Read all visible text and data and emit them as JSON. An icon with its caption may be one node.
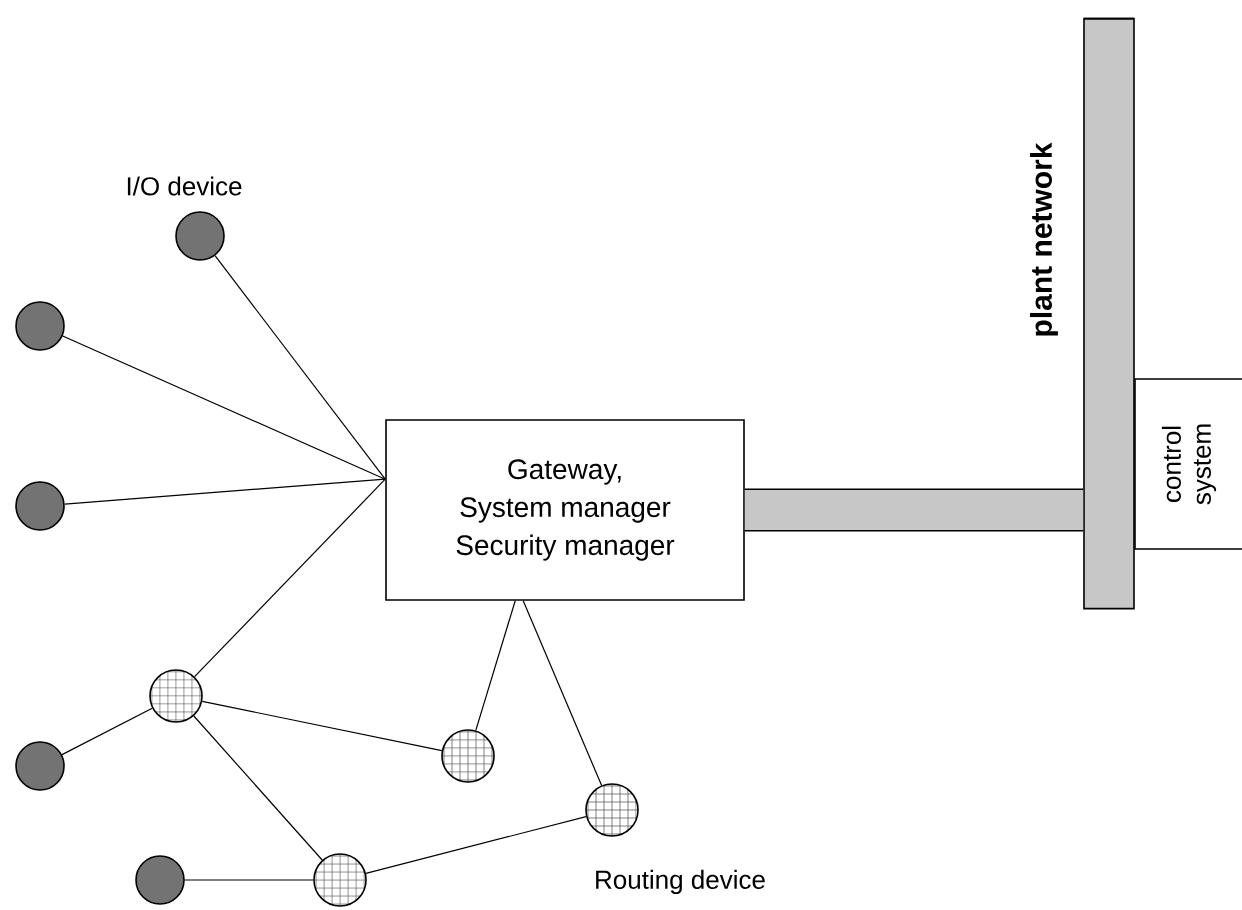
{
  "diagram": {
    "nodes": [
      {
        "text": [
          "plant network"
        ]
      },
      {
        "text": [],
        "shape": "circle",
        "beside": [
          "I/O device"
        ]
      },
      {
        "text": [],
        "shape": "circle"
      },
      {
        "text": [
          "Gateway,",
          "System manager",
          "Security manager"
        ]
      },
      {
        "text": [
          "control system"
        ]
      },
      {
        "text": [],
        "shape": "circle"
      },
      {
        "text": [],
        "shape": "circle"
      },
      {
        "text": [],
        "shape": "circle"
      },
      {
        "text": [],
        "shape": "circle"
      },
      {
        "text": [],
        "shape": "circle",
        "beside": [
          "Routing device"
        ]
      },
      {
        "text": [],
        "shape": "circle"
      },
      {
        "text": [],
        "shape": "circle"
      }
    ],
    "edges": [
      {
        "from": 3,
        "to": 0,
        "arrow": "none",
        "style": "thick"
      },
      {
        "from": 1,
        "to": 3,
        "arrow": "none"
      },
      {
        "from": 2,
        "to": 3,
        "arrow": "none"
      },
      {
        "from": 5,
        "to": 3,
        "arrow": "none"
      },
      {
        "from": 6,
        "to": 3,
        "arrow": "none"
      },
      {
        "from": 3,
        "to": 7,
        "arrow": "none"
      },
      {
        "from": 3,
        "to": 9,
        "arrow": "none"
      },
      {
        "from": 8,
        "to": 6,
        "arrow": "none"
      },
      {
        "from": 6,
        "to": 7,
        "arrow": "none"
      },
      {
        "from": 6,
        "to": 11,
        "arrow": "none"
      },
      {
        "from": 10,
        "to": 11,
        "arrow": "none"
      },
      {
        "from": 11,
        "to": 9,
        "arrow": "none"
      }
    ]
  }
}
